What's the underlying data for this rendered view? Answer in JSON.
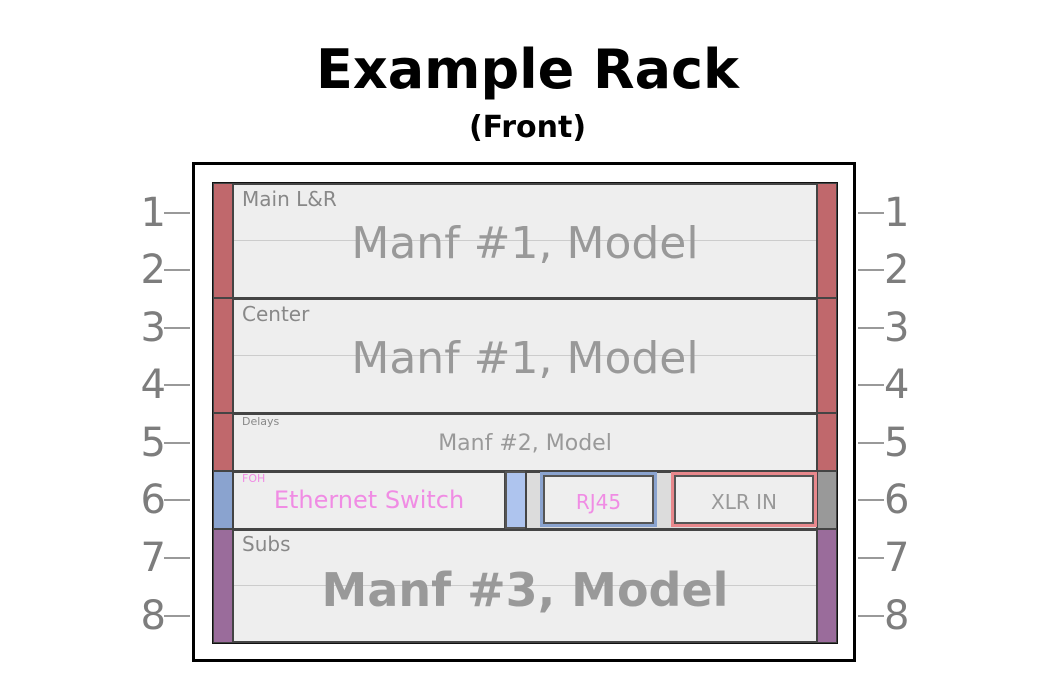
{
  "title": "Example Rack",
  "subtitle": "(Front)",
  "rack_units": [
    "1",
    "2",
    "3",
    "4",
    "5",
    "6",
    "7",
    "8"
  ],
  "colors": {
    "red_ear": "#c0686c",
    "blue_ear": "#8aa3cf",
    "purple_ear": "#9a6c9b",
    "grey_ear": "#999999",
    "foh_pink": "#f08ce4",
    "rj45_border": "#8aa3cf",
    "xlr_border": "#e8888c"
  },
  "devices": [
    {
      "label": "Main L&R",
      "model": "Manf #1, Model"
    },
    {
      "label": "Center",
      "model": "Manf #1, Model"
    },
    {
      "label": "Delays",
      "model": "Manf #2, Model"
    },
    {
      "label": "FOH",
      "model": "Ethernet Switch",
      "ports": [
        "RJ45",
        "XLR IN"
      ]
    },
    {
      "label": "Subs",
      "model": "Manf #3, Model"
    }
  ]
}
